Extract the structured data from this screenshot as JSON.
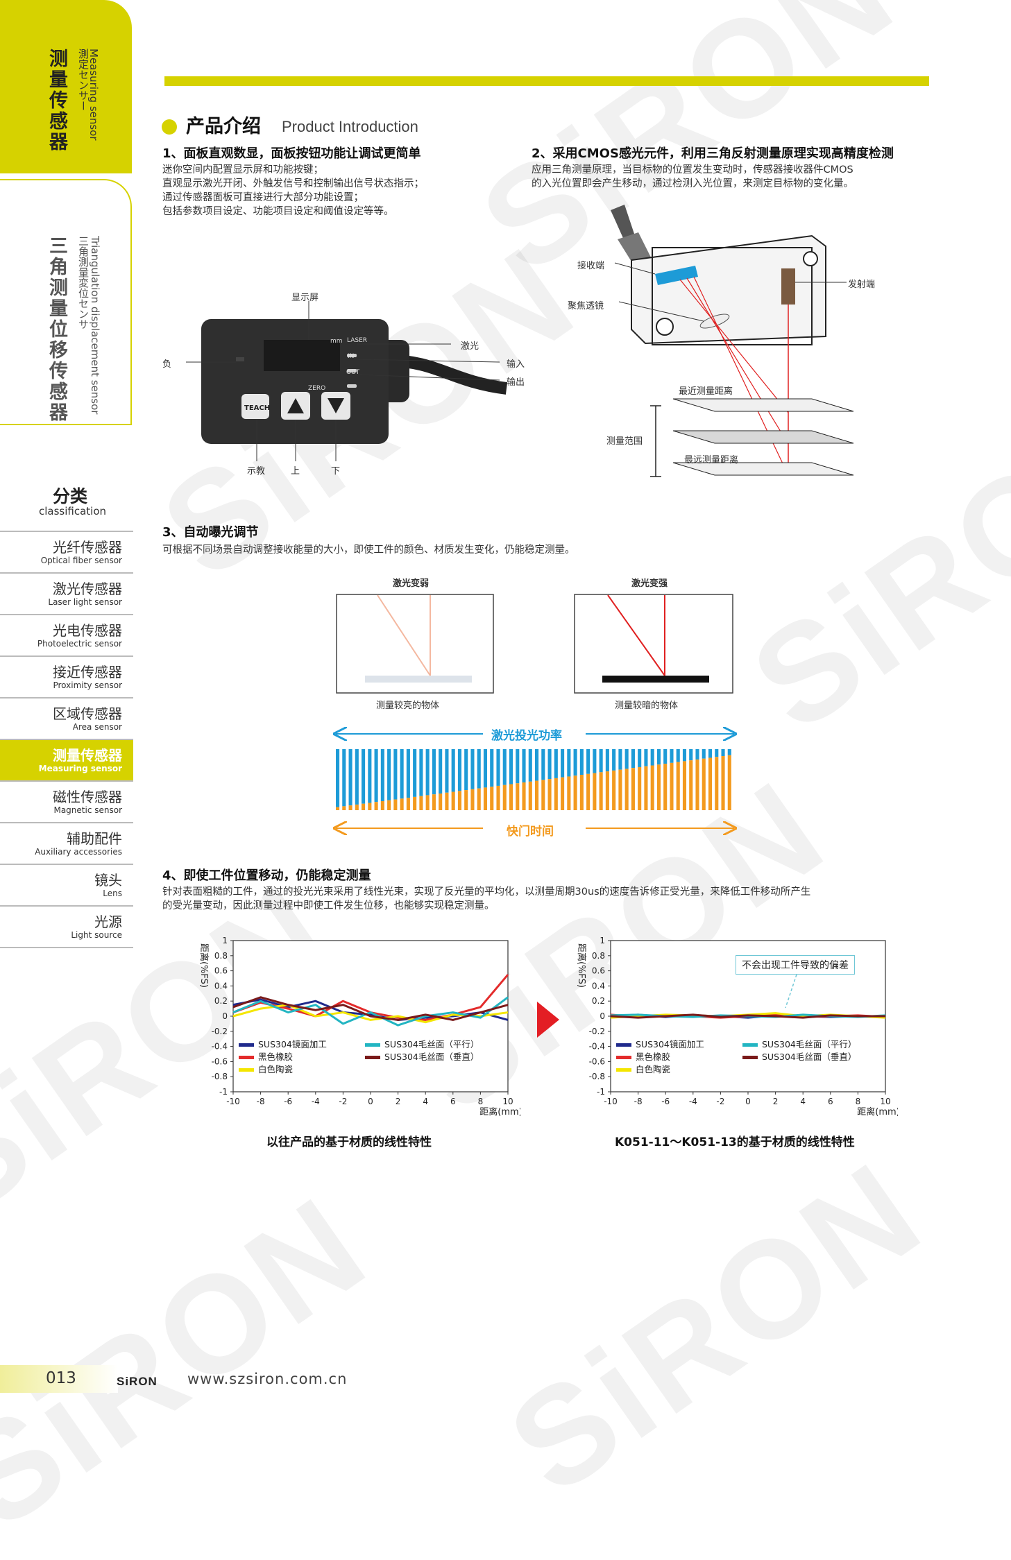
{
  "sidebar": {
    "category_cn": "测量传感器",
    "category_en": "Measuring sensor",
    "category_jp": "測定センサー",
    "sub_cn": "三角测量位移传感器",
    "sub_en": "Triangulation displacement sensor",
    "sub_jp": "三角測量変位センサ",
    "classification_cn": "分类",
    "classification_en": "classification",
    "items": [
      {
        "cn": "光纤传感器",
        "en": "Optical fiber sensor"
      },
      {
        "cn": "激光传感器",
        "en": "Laser light sensor"
      },
      {
        "cn": "光电传感器",
        "en": "Photoelectric sensor"
      },
      {
        "cn": "接近传感器",
        "en": "Proximity sensor"
      },
      {
        "cn": "区域传感器",
        "en": "Area sensor"
      },
      {
        "cn": "测量传感器",
        "en": "Measuring sensor"
      },
      {
        "cn": "磁性传感器",
        "en": "Magnetic sensor"
      },
      {
        "cn": "辅助配件",
        "en": "Auxiliary accessories"
      },
      {
        "cn": "镜头",
        "en": "Lens"
      },
      {
        "cn": "光源",
        "en": "Light source"
      }
    ]
  },
  "header": {
    "title_cn": "产品介绍",
    "title_en": "Product Introduction"
  },
  "sec1": {
    "title": "1、面板直观数显，面板按钮功能让调试更简单",
    "lines": [
      "迷你空间内配置显示屏和功能按键；",
      "直观显示激光开闭、外触发信号和控制输出信号状态指示；",
      "通过传感器面板可直接进行大部分功能设置；",
      "包括参数项目设定、功能项目设定和阈值设定等等。"
    ],
    "labels": {
      "display": "显示屏",
      "neg": "负",
      "laser": "激光",
      "input": "输入",
      "output": "输出",
      "teach": "示教",
      "up": "上",
      "down": "下"
    },
    "panel": {
      "mm": "mm",
      "laser": "LASER",
      "in": "IN",
      "out": "OUT",
      "zero": "ZERO",
      "teach_btn": "TEACH"
    }
  },
  "sec2": {
    "title": "2、采用CMOS感光元件，利用三角反射测量原理实现高精度检测",
    "lines": [
      "应用三角测量原理，当目标物的位置发生变动时，传感器接收器件CMOS",
      "的入光位置即会产生移动，通过检测入光位置，来测定目标物的变化量。"
    ],
    "labels": {
      "receiver": "接收端",
      "lens": "聚焦透镜",
      "emitter": "发射端",
      "nearest": "最近测量距离",
      "range": "测量范围",
      "farthest": "最远测量距离"
    }
  },
  "sec3": {
    "title": "3、自动曝光调节",
    "line": "可根据不同场景自动调整接收能量的大小，即使工件的颜色、材质发生变化，仍能稳定测量。",
    "weak": "激光变弱",
    "strong": "激光变强",
    "bright": "测量较亮的物体",
    "dark": "测量较暗的物体",
    "power": "激光投光功率",
    "shutter": "快门时间"
  },
  "sec4": {
    "title": "4、即使工件位置移动，仍能稳定测量",
    "lines": [
      "针对表面粗糙的工件，通过的投光光束采用了线性光束，实现了反光量的平均化，以测量周期30us的速度告诉修正受光量，来降低工件移动所产生",
      "的受光量变动，因此测量过程中即使工件发生位移，也能够实现稳定测量。"
    ],
    "note": "不会出现工件导致的偏差",
    "caption_left": "以往产品的基于材质的线性特性",
    "caption_right": "K051-11～K051-13的基于材质的线性特性"
  },
  "chart_data": [
    {
      "type": "line",
      "title": "以往产品的基于材质的线性特性",
      "xlabel": "距离(mm)",
      "ylabel": "距离(%FS)",
      "xlim": [
        -10,
        10
      ],
      "ylim": [
        -1,
        1
      ],
      "xticks": [
        "-10",
        "-8",
        "-6",
        "-4",
        "-2",
        "0",
        "2",
        "4",
        "6",
        "8",
        "10"
      ],
      "yticks": [
        "1",
        "0.8",
        "0.6",
        "0.4",
        "0.2",
        "0",
        "-0.2",
        "-0.4",
        "-0.6",
        "-0.8",
        "-1"
      ],
      "x": [
        -10,
        -8,
        -6,
        -4,
        -2,
        0,
        2,
        4,
        6,
        8,
        10
      ],
      "series": [
        {
          "name": "SUS304镜面加工",
          "color": "#1f2a8c",
          "values": [
            0.15,
            0.22,
            0.12,
            0.2,
            0.05,
            0.02,
            -0.05,
            -0.02,
            0.0,
            0.05,
            -0.05
          ]
        },
        {
          "name": "黑色橡胶",
          "color": "#e32b2b",
          "values": [
            0.05,
            0.18,
            0.1,
            0.0,
            0.2,
            0.05,
            -0.02,
            -0.05,
            0.02,
            0.12,
            0.55
          ]
        },
        {
          "name": "白色陶瓷",
          "color": "#f4e600",
          "values": [
            0.0,
            0.1,
            0.15,
            0.0,
            0.05,
            -0.05,
            0.0,
            -0.08,
            0.02,
            0.0,
            0.05
          ]
        },
        {
          "name": "SUS304毛丝面（平行）",
          "color": "#22b5c2",
          "values": [
            0.05,
            0.2,
            0.05,
            0.15,
            -0.1,
            0.05,
            -0.12,
            0.0,
            0.05,
            -0.02,
            0.25
          ]
        },
        {
          "name": "SUS304毛丝面（垂直）",
          "color": "#7a1a1a",
          "values": [
            0.12,
            0.25,
            0.15,
            0.08,
            0.15,
            0.0,
            -0.05,
            0.02,
            -0.05,
            0.05,
            0.15
          ]
        }
      ],
      "legend": "bottom-inside"
    },
    {
      "type": "line",
      "title": "K051-11～K051-13的基于材质的线性特性",
      "xlabel": "距离(mm)",
      "ylabel": "距离(%FS)",
      "xlim": [
        -10,
        10
      ],
      "ylim": [
        -1,
        1
      ],
      "xticks": [
        "-10",
        "-8",
        "-6",
        "-4",
        "-2",
        "0",
        "2",
        "4",
        "6",
        "8",
        "10"
      ],
      "yticks": [
        "1",
        "0.8",
        "0.6",
        "0.4",
        "0.2",
        "0",
        "-0.2",
        "-0.4",
        "-0.6",
        "-0.8",
        "-1"
      ],
      "x": [
        -10,
        -8,
        -6,
        -4,
        -2,
        0,
        2,
        4,
        6,
        8,
        10
      ],
      "series": [
        {
          "name": "SUS304镜面加工",
          "color": "#1f2a8c",
          "values": [
            0.0,
            0.02,
            -0.01,
            0.01,
            0.0,
            -0.02,
            0.01,
            0.0,
            -0.01,
            0.0,
            0.0
          ]
        },
        {
          "name": "黑色橡胶",
          "color": "#e32b2b",
          "values": [
            0.02,
            -0.01,
            0.01,
            0.0,
            -0.02,
            0.0,
            0.02,
            -0.01,
            0.0,
            0.01,
            -0.01
          ]
        },
        {
          "name": "白色陶瓷",
          "color": "#f4e600",
          "values": [
            -0.02,
            0.0,
            0.02,
            0.01,
            0.0,
            0.02,
            0.04,
            0.0,
            0.02,
            0.0,
            -0.02
          ]
        },
        {
          "name": "SUS304毛丝面（平行）",
          "color": "#22b5c2",
          "values": [
            0.01,
            0.02,
            0.0,
            -0.01,
            0.01,
            0.0,
            -0.01,
            0.02,
            0.0,
            -0.01,
            0.01
          ]
        },
        {
          "name": "SUS304毛丝面（垂直）",
          "color": "#7a1a1a",
          "values": [
            0.0,
            -0.02,
            0.0,
            0.02,
            -0.01,
            0.01,
            0.0,
            -0.02,
            0.01,
            0.0,
            0.0
          ]
        }
      ],
      "legend": "bottom-inside"
    }
  ],
  "footer": {
    "page": "013",
    "brand": "SiRON",
    "url": "www.szsiron.com.cn"
  },
  "colors": {
    "accent": "#d6d200",
    "blue": "#1d9bd7",
    "orange": "#f39a1e",
    "red": "#e02020"
  }
}
